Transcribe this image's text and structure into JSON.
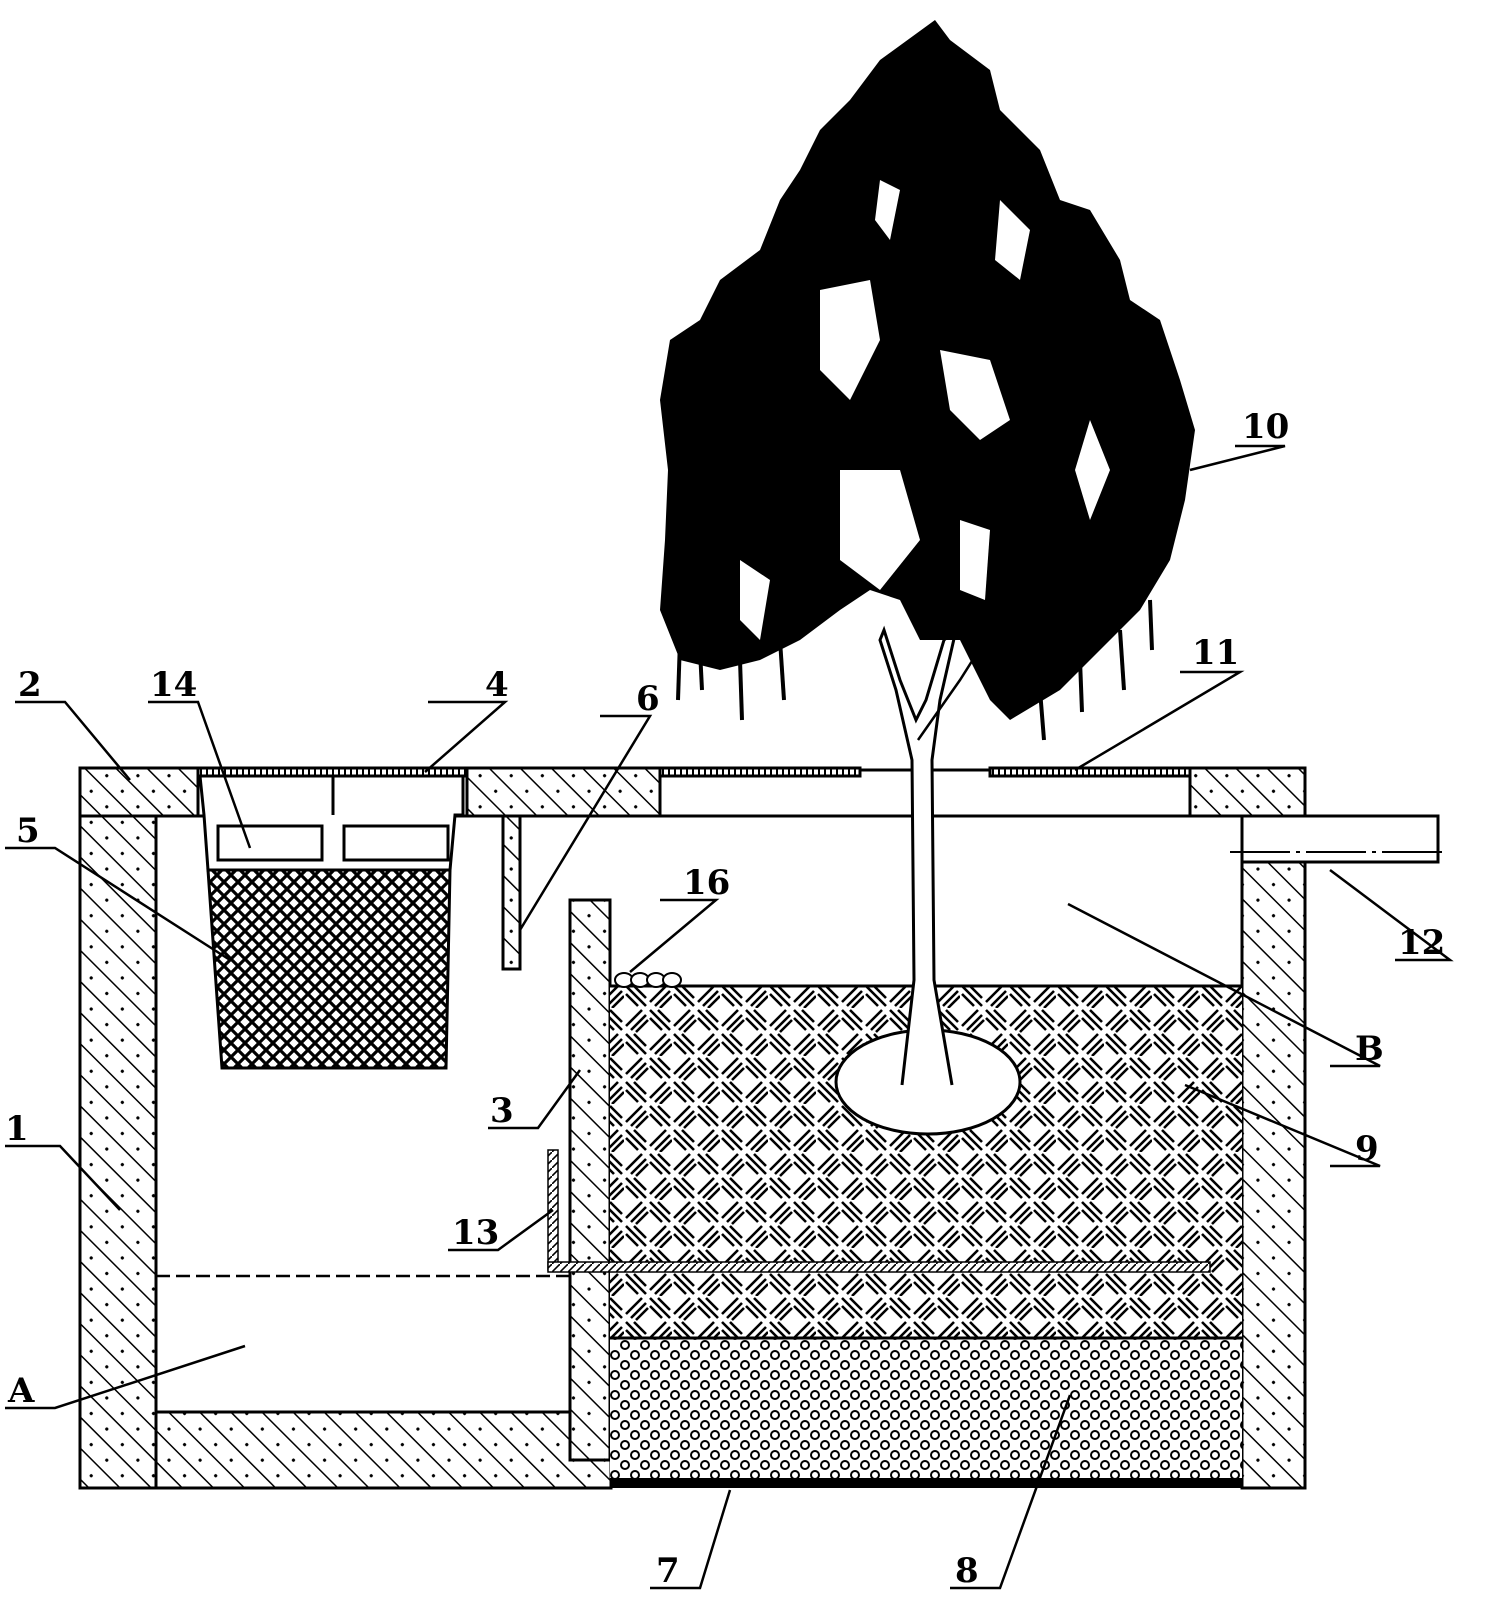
{
  "diagram": {
    "labels": {
      "wall": "1",
      "cover_slab": "2",
      "partition": "3",
      "grate": "4",
      "filter_basket": "5",
      "baffle": "6",
      "bottom_liner": "7",
      "gravel_layer": "8",
      "soil_layer": "9",
      "tree": "10",
      "tree_grate": "11",
      "overflow_pipe": "12",
      "perforated_pipe": "13",
      "screen_box": "14",
      "cobbles": "16",
      "chamber_a": "A",
      "chamber_b": "B"
    }
  }
}
